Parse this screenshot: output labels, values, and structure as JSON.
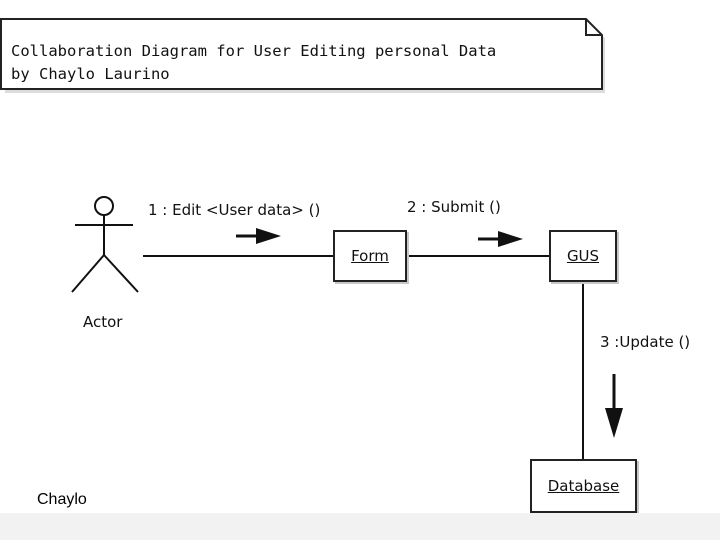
{
  "note": {
    "line1": "Collaboration Diagram for User Editing personal Data",
    "line2": "by Chaylo Laurino"
  },
  "actor": {
    "label": "Actor"
  },
  "objects": {
    "form": "Form",
    "gus": "GUS",
    "database": "Database"
  },
  "messages": {
    "m1": "1 : Edit <User data> ()",
    "m2": "2 : Submit ()",
    "m3": "3 :Update ()"
  },
  "signature": "Chaylo",
  "colors": {
    "line": "#111111",
    "shadow": "#c8c8c8",
    "strip": "#f2f2f2"
  }
}
